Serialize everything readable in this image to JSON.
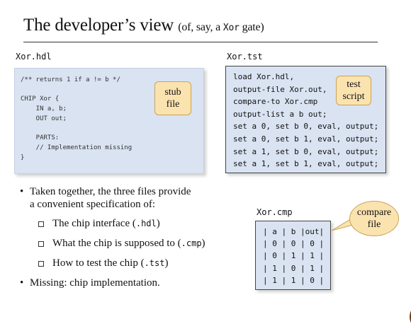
{
  "slide": {
    "title_main": "The developer’s view",
    "title_sub_pre": "(of, say, a",
    "title_sub_mono": "Xor",
    "title_sub_post": "gate)"
  },
  "hdl_file": {
    "filename": "Xor.hdl",
    "code": "/** returns 1 if a != b */\n\nCHIP Xor {\n    IN a, b;\n    OUT out;\n\n    PARTS:\n    // Implementation missing\n}",
    "callout": [
      "stub",
      "file"
    ]
  },
  "tst_file": {
    "filename": "Xor.tst",
    "code": "load Xor.hdl,\noutput-file Xor.out,\ncompare-to Xor.cmp\noutput-list a b out;\nset a 0, set b 0, eval, output;\nset a 0, set b 1, eval, output;\nset a 1, set b 0, eval, output;\nset a 1, set b 1, eval, output;",
    "callout": [
      "test",
      "script"
    ]
  },
  "cmp_file": {
    "filename": "Xor.cmp",
    "code": "| a | b |out|\n| 0 | 0 | 0 |\n| 0 | 1 | 1 |\n| 1 | 0 | 1 |\n| 1 | 1 | 0 |",
    "callout": [
      "compare",
      "file"
    ]
  },
  "bullets": {
    "b1_line1": "Taken together, the three files provide",
    "b1_line2": "a convenient specification of:",
    "sub": [
      {
        "text": "The chip interface (",
        "mono": ".hdl",
        "close": ")"
      },
      {
        "text": "What the chip is supposed to (",
        "mono": ".cmp",
        "close": ")"
      },
      {
        "text": "How to test the chip (",
        "mono": ".tst",
        "close": ")"
      }
    ],
    "b2": "Missing:  chip implementation."
  },
  "colors": {
    "panel_fill": "#d9e3f2",
    "callout_fill": "#fbe3b0"
  }
}
